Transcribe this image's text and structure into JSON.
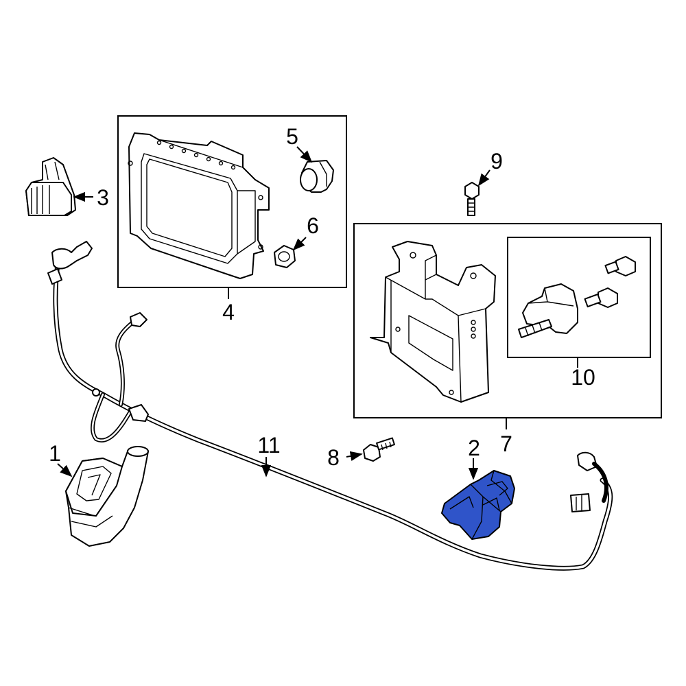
{
  "callouts": {
    "c1": "1",
    "c2": "2",
    "c3": "3",
    "c4": "4",
    "c5": "5",
    "c6": "6",
    "c7": "7",
    "c8": "8",
    "c9": "9",
    "c10": "10",
    "c11": "11"
  },
  "colors": {
    "highlight": "#2f54c9",
    "line": "#000000",
    "background": "#ffffff"
  }
}
